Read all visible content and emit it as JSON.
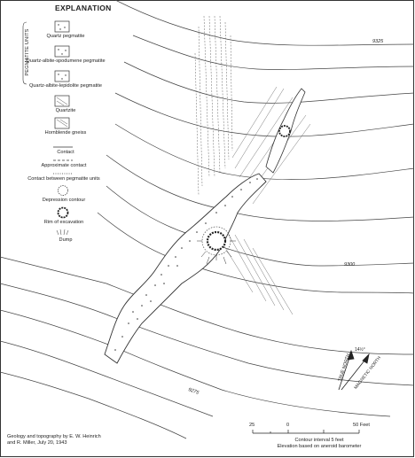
{
  "legend": {
    "title": "EXPLANATION",
    "group_label": "PEGMATITE UNITS",
    "items": [
      "Quartz pegmatite",
      "Quartz-albite-spodumene pegmatite",
      "Quartz-albite-lepidolite pegmatite",
      "Quartzite",
      "Hornblende gneiss",
      "Contact",
      "Approximate contact",
      "Contact between pegmatite units",
      "Depression contour",
      "Rim of excavation",
      "Dump"
    ]
  },
  "contour_labels": [
    "9325",
    "9300",
    "9275"
  ],
  "north_arrow": {
    "true_north": "TRUE NORTH",
    "magnetic_north": "MAGNETIC NORTH",
    "declination": "14½°"
  },
  "scale": {
    "left": "25",
    "zero": "0",
    "right": "50 Feet",
    "interval": "Contour interval 5 feet",
    "elevation": "Elevation based on aneroid barometer"
  },
  "credit": {
    "line1": "Geology and topography by E. W. Heinrich",
    "line2": "and R. Miller, July 20, 1943"
  },
  "colors": {
    "ink": "#222222",
    "background": "#ffffff"
  }
}
